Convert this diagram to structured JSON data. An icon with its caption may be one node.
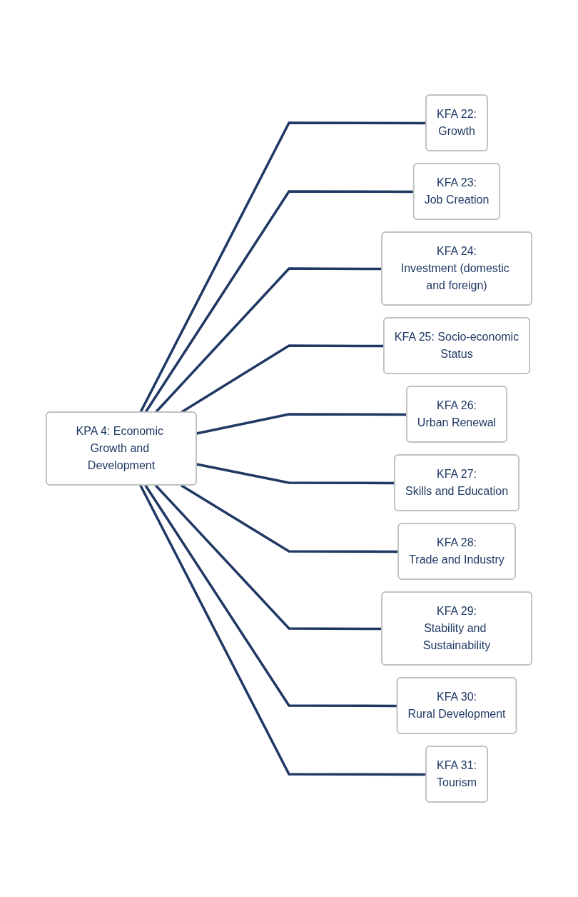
{
  "diagram": {
    "nodes": [
      {
        "text": [
          "KPA 4: Economic Growth and Development"
        ]
      },
      {
        "text": [
          "KFA 22:",
          "Growth"
        ]
      },
      {
        "text": [
          "KFA 23:",
          "Job Creation"
        ]
      },
      {
        "text": [
          "KFA 24:",
          "Investment (domestic and foreign)"
        ]
      },
      {
        "text": [
          "KFA 25: Socio-economic",
          "Status"
        ]
      },
      {
        "text": [
          "KFA 26:",
          "Urban Renewal"
        ]
      },
      {
        "text": [
          "KFA 27:",
          "Skills and Education"
        ]
      },
      {
        "text": [
          "KFA 28:",
          "Trade and Industry"
        ]
      },
      {
        "text": [
          "KFA 29:",
          "Stability and Sustainability"
        ]
      },
      {
        "text": [
          "KFA 30:",
          "Rural Development"
        ]
      },
      {
        "text": [
          "KFA 31:",
          "Tourism"
        ]
      }
    ],
    "edges": [
      {
        "from": 0,
        "to": 1,
        "arrow": "none"
      },
      {
        "from": 0,
        "to": 2,
        "arrow": "none"
      },
      {
        "from": 0,
        "to": 3,
        "arrow": "none"
      },
      {
        "from": 0,
        "to": 4,
        "arrow": "none"
      },
      {
        "from": 0,
        "to": 5,
        "arrow": "none"
      },
      {
        "from": 0,
        "to": 6,
        "arrow": "none"
      },
      {
        "from": 0,
        "to": 7,
        "arrow": "none"
      },
      {
        "from": 0,
        "to": 8,
        "arrow": "none"
      },
      {
        "from": 0,
        "to": 9,
        "arrow": "none"
      },
      {
        "from": 0,
        "to": 10,
        "arrow": "none"
      }
    ]
  }
}
